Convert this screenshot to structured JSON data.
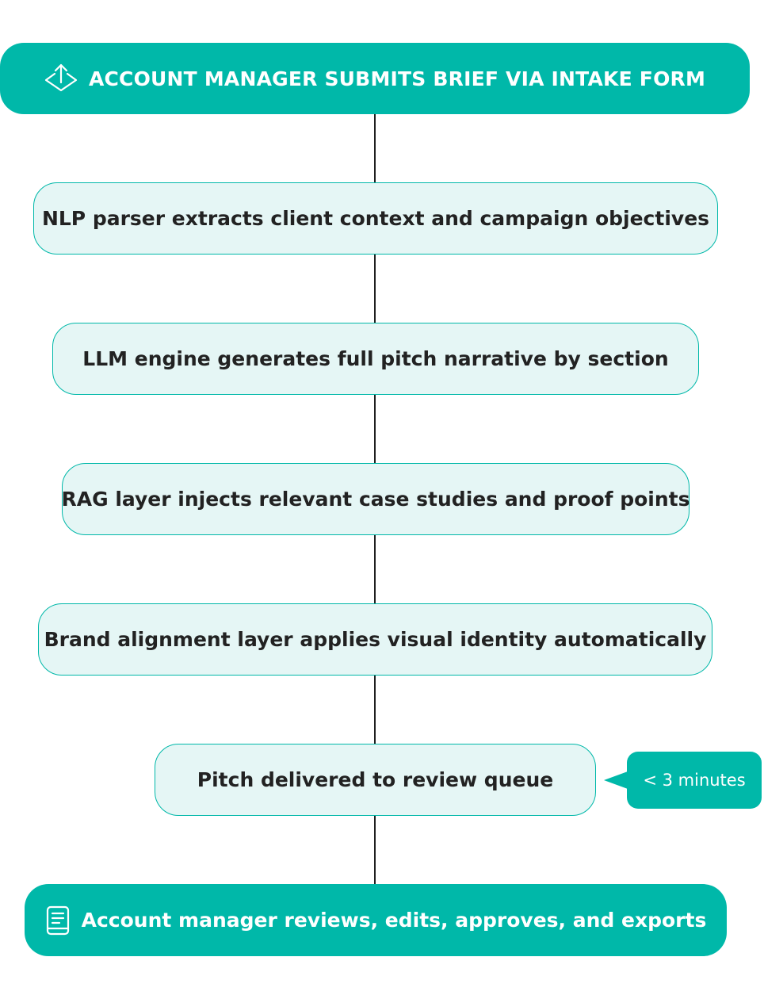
{
  "colors": {
    "accent": "#00b8a9",
    "node_fill": "#e5f6f5",
    "text_dark": "#222222",
    "connector": "#1f1f1f"
  },
  "flow": {
    "start": {
      "label": "ACCOUNT MANAGER SUBMITS BRIEF VIA INTAKE FORM",
      "icon": "upload-icon"
    },
    "steps": [
      {
        "label": "NLP parser extracts client context and campaign objectives"
      },
      {
        "label": "LLM engine generates full pitch narrative by section"
      },
      {
        "label": "RAG layer injects relevant case studies and proof points"
      },
      {
        "label": "Brand alignment layer applies visual identity automatically"
      },
      {
        "label": "Pitch delivered to review queue"
      }
    ],
    "callout": {
      "label": "< 3 minutes"
    },
    "end": {
      "label": "Account manager reviews, edits, approves, and exports",
      "icon": "document-icon"
    }
  }
}
